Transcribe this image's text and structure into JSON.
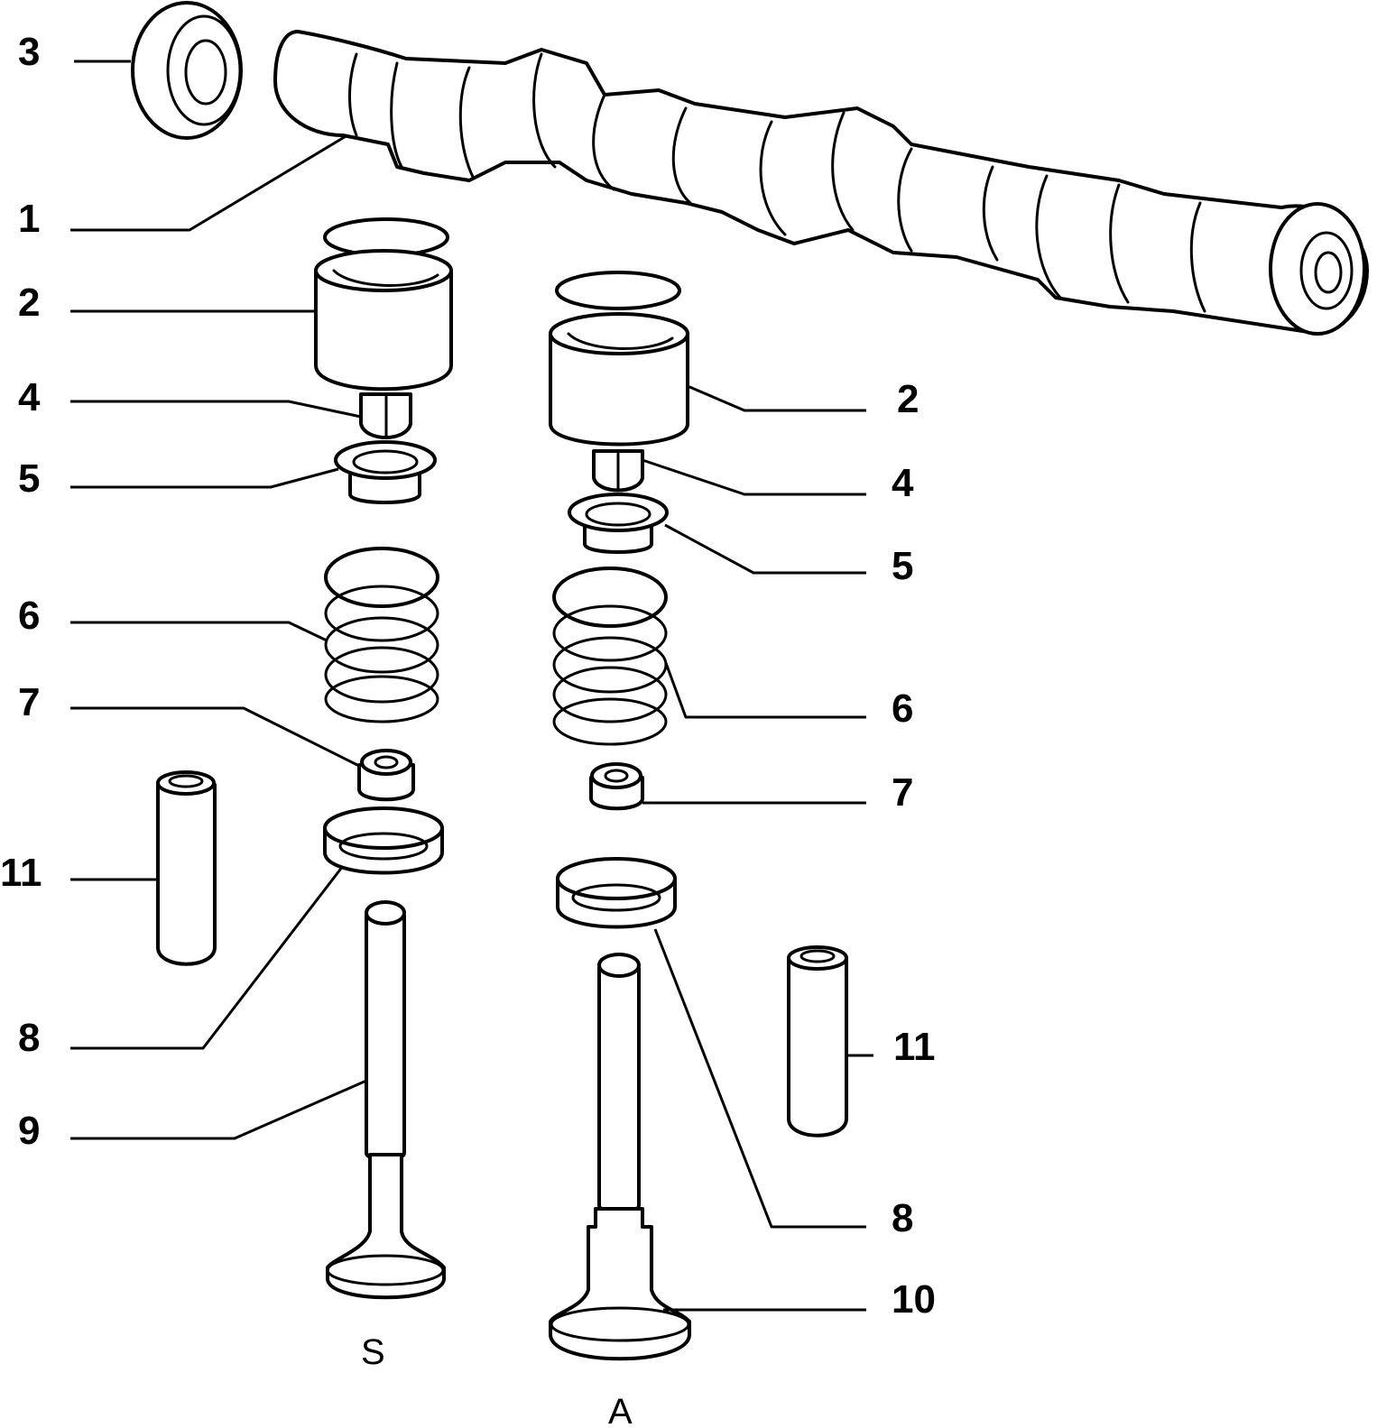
{
  "callouts": {
    "c3": "3",
    "c1": "1",
    "c2_left": "2",
    "c4_left": "4",
    "c5_left": "5",
    "c6_left": "6",
    "c7_left": "7",
    "c11_left": "11",
    "c8_left": "8",
    "c9_left": "9",
    "c2_right": "2",
    "c4_right": "4",
    "c5_right": "5",
    "c6_right": "6",
    "c7_right": "7",
    "c11_right": "11",
    "c8_right": "8",
    "c10_right": "10"
  },
  "groups": {
    "intake": "S",
    "exhaust": "A"
  },
  "colors": {
    "line": "#000000",
    "background": "#ffffff"
  }
}
